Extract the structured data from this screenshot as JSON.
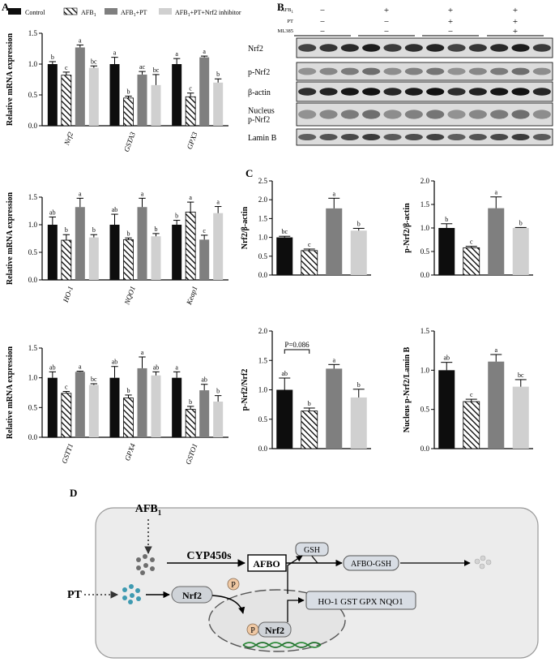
{
  "panel_letters": {
    "a": "A",
    "b": "B",
    "c": "C",
    "d": "D"
  },
  "legend": [
    {
      "label": "Control",
      "fill": "solid-black"
    },
    {
      "label": "AFB",
      "sub": "1",
      "fill": "hatched"
    },
    {
      "label": "AFB",
      "sub": "1",
      "suffix": "+PT",
      "fill": "solid-gray"
    },
    {
      "label": "AFB",
      "sub": "1",
      "suffix": "+PT+Nrf2 inhibitor",
      "fill": "solid-light"
    }
  ],
  "colors": {
    "control": "#0d0d0d",
    "pt": "#7f7f7f",
    "inhibitor": "#d0d0d0",
    "hatch": "#000000",
    "cell": "#ececec",
    "nucleus": "#e2e2e2"
  },
  "chart_data": [
    {
      "id": "A1",
      "type": "bar",
      "ylabel": "Relative mRNA expression",
      "ylim": [
        0,
        1.5
      ],
      "yticks": [
        "0.0",
        "0.5",
        "1.0",
        "1.5"
      ],
      "categories": [
        "Nrf2",
        "GSTA3",
        "GPX3"
      ],
      "series": [
        {
          "values": [
            1.0,
            1.0,
            1.0
          ],
          "err": [
            0.04,
            0.11,
            0.09
          ],
          "letters": [
            "b",
            "a",
            "a"
          ]
        },
        {
          "values": [
            0.82,
            0.45,
            0.47
          ],
          "err": [
            0.05,
            0.03,
            0.06
          ],
          "letters": [
            "c",
            "b",
            "c"
          ]
        },
        {
          "values": [
            1.27,
            0.83,
            1.11
          ],
          "err": [
            0.04,
            0.05,
            0.02
          ],
          "letters": [
            "a",
            "ac",
            "a"
          ]
        },
        {
          "values": [
            0.94,
            0.66,
            0.7
          ],
          "err": [
            0.03,
            0.17,
            0.06
          ],
          "letters": [
            "bc",
            "bc",
            "b"
          ]
        }
      ]
    },
    {
      "id": "A2",
      "type": "bar",
      "ylabel": "Relative mRNA expression",
      "ylim": [
        0,
        1.5
      ],
      "yticks": [
        "0.0",
        "0.5",
        "1.0",
        "1.5"
      ],
      "categories": [
        "HO-1",
        "NQO1",
        "Keap1"
      ],
      "series": [
        {
          "values": [
            1.0,
            1.0,
            1.0
          ],
          "err": [
            0.14,
            0.19,
            0.08
          ],
          "letters": [
            "ab",
            "ab",
            "b"
          ]
        },
        {
          "values": [
            0.72,
            0.73,
            1.23
          ],
          "err": [
            0.1,
            0.03,
            0.18
          ],
          "letters": [
            "b",
            "b",
            "a"
          ]
        },
        {
          "values": [
            1.32,
            1.32,
            0.73
          ],
          "err": [
            0.16,
            0.16,
            0.08
          ],
          "letters": [
            "a",
            "a",
            "c"
          ]
        },
        {
          "values": [
            0.77,
            0.79,
            1.21
          ],
          "err": [
            0.05,
            0.05,
            0.12
          ],
          "letters": [
            "b",
            "b",
            "a"
          ]
        }
      ]
    },
    {
      "id": "A3",
      "type": "bar",
      "ylabel": "Relative mRNA expression",
      "ylim": [
        0,
        1.5
      ],
      "yticks": [
        "0.0",
        "0.5",
        "1.0",
        "1.5"
      ],
      "categories": [
        "GSTT1",
        "GPX4",
        "GSTO1"
      ],
      "series": [
        {
          "values": [
            1.0,
            1.0,
            1.0
          ],
          "err": [
            0.1,
            0.19,
            0.1
          ],
          "letters": [
            "ab",
            "ab",
            "a"
          ]
        },
        {
          "values": [
            0.74,
            0.66,
            0.47
          ],
          "err": [
            0.03,
            0.05,
            0.05
          ],
          "letters": [
            "c",
            "b",
            "b"
          ]
        },
        {
          "values": [
            1.1,
            1.16,
            0.79
          ],
          "err": [
            0.01,
            0.19,
            0.1
          ],
          "letters": [
            "a",
            "a",
            "ab"
          ]
        },
        {
          "values": [
            0.88,
            1.04,
            0.6
          ],
          "err": [
            0.02,
            0.06,
            0.1
          ],
          "letters": [
            "bc",
            "ab",
            "b"
          ]
        }
      ]
    },
    {
      "id": "C1",
      "type": "bar",
      "ylabel": "Nrf2/β-actin",
      "ylim": [
        0,
        2.5
      ],
      "yticks": [
        "0.0",
        "0.5",
        "1.0",
        "1.5",
        "2.0",
        "2.5"
      ],
      "values": [
        1.0,
        0.65,
        1.77,
        1.18
      ],
      "err": [
        0.03,
        0.04,
        0.27,
        0.06
      ],
      "letters": [
        "bc",
        "c",
        "a",
        "b"
      ]
    },
    {
      "id": "C2",
      "type": "bar",
      "ylabel": "p-Nrf2/β-actin",
      "ylim": [
        0,
        2.0
      ],
      "yticks": [
        "0.0",
        "0.5",
        "1.0",
        "1.5",
        "2.0"
      ],
      "values": [
        1.0,
        0.58,
        1.42,
        1.0
      ],
      "err": [
        0.09,
        0.03,
        0.24,
        0.01
      ],
      "letters": [
        "b",
        "c",
        "a",
        "b"
      ]
    },
    {
      "id": "C3",
      "type": "bar",
      "ylabel": "p-Nrf2/Nrf2",
      "ylim": [
        0,
        2.0
      ],
      "yticks": [
        "0.0",
        "0.5",
        "1.0",
        "1.5",
        "2.0"
      ],
      "values": [
        1.0,
        0.64,
        1.36,
        0.87
      ],
      "err": [
        0.2,
        0.05,
        0.07,
        0.14
      ],
      "letters": [
        "ab",
        "b",
        "a",
        "b"
      ],
      "annotation": "P=0.086"
    },
    {
      "id": "C4",
      "type": "bar",
      "ylabel": "Nucleus p-Nrf2/Lamin B",
      "ylim": [
        0,
        1.5
      ],
      "yticks": [
        "0.0",
        "0.5",
        "1.0",
        "1.5"
      ],
      "values": [
        1.0,
        0.6,
        1.11,
        0.79
      ],
      "err": [
        0.1,
        0.03,
        0.09,
        0.09
      ],
      "letters": [
        "ab",
        "c",
        "a",
        "bc"
      ]
    }
  ],
  "blot": {
    "treatments": [
      {
        "label": "AFB",
        "sub": "1",
        "signs": [
          "−",
          "+",
          "+",
          "+"
        ]
      },
      {
        "label": "PT",
        "sub": "",
        "signs": [
          "−",
          "−",
          "+",
          "+"
        ]
      },
      {
        "label": "ML385",
        "sub": "",
        "signs": [
          "−",
          "−",
          "−",
          "+"
        ]
      }
    ],
    "rows": [
      {
        "label": "Nrf2",
        "intensity": 0.85
      },
      {
        "label": "p-Nrf2",
        "intensity": 0.45
      },
      {
        "label": "β-actin",
        "intensity": 0.95
      },
      {
        "label": "Nucleus\np-Nrf2",
        "intensity": 0.45
      },
      {
        "label": "Lamin B",
        "intensity": 0.7
      }
    ]
  },
  "diagram": {
    "afb": "AFB",
    "afb_sub": "1",
    "pt": "PT",
    "enzyme": "CYP450s",
    "afbo": "AFBO",
    "gsh": "GSH",
    "afbo_gsh": "AFBO-GSH",
    "nrf2": "Nrf2",
    "p": "P",
    "genes": "HO-1 GST GPX NQO1"
  }
}
